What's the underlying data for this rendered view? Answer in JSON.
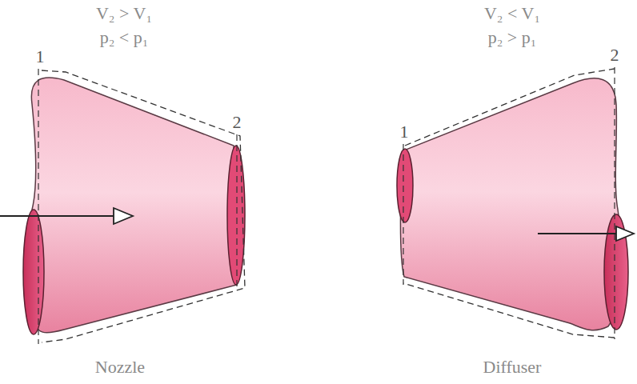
{
  "diagram": {
    "labels": [
      "V₂ > V₁",
      "p₂ < p₁",
      "1",
      "2",
      "Nozzle",
      "V₂ < V₁",
      "p₂ > p₁",
      "1",
      "2",
      "Diffuser"
    ]
  }
}
